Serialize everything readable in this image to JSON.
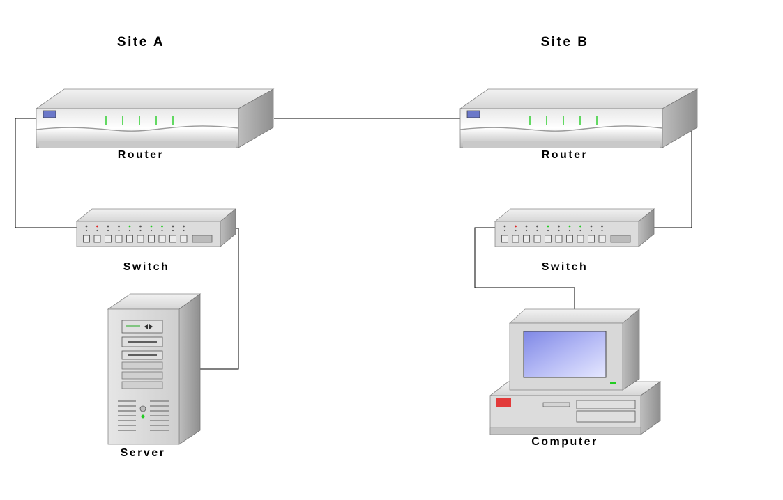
{
  "sites": {
    "a": {
      "title": "Site A"
    },
    "b": {
      "title": "Site B"
    }
  },
  "devices": {
    "router_a": {
      "label": "Router",
      "icon": "router-icon"
    },
    "switch_a": {
      "label": "Switch",
      "icon": "switch-icon"
    },
    "server_a": {
      "label": "Server",
      "icon": "server-tower-icon"
    },
    "router_b": {
      "label": "Router",
      "icon": "router-icon"
    },
    "switch_b": {
      "label": "Switch",
      "icon": "switch-icon"
    },
    "computer_b": {
      "label": "Computer",
      "icon": "desktop-computer-icon"
    }
  },
  "colors": {
    "background": "#ffffff",
    "device_gray": "#c8c8c8",
    "led_green": "#22cc22",
    "led_red": "#dd2222",
    "screen_blue": "#9fa6f0",
    "line": "#000000"
  }
}
